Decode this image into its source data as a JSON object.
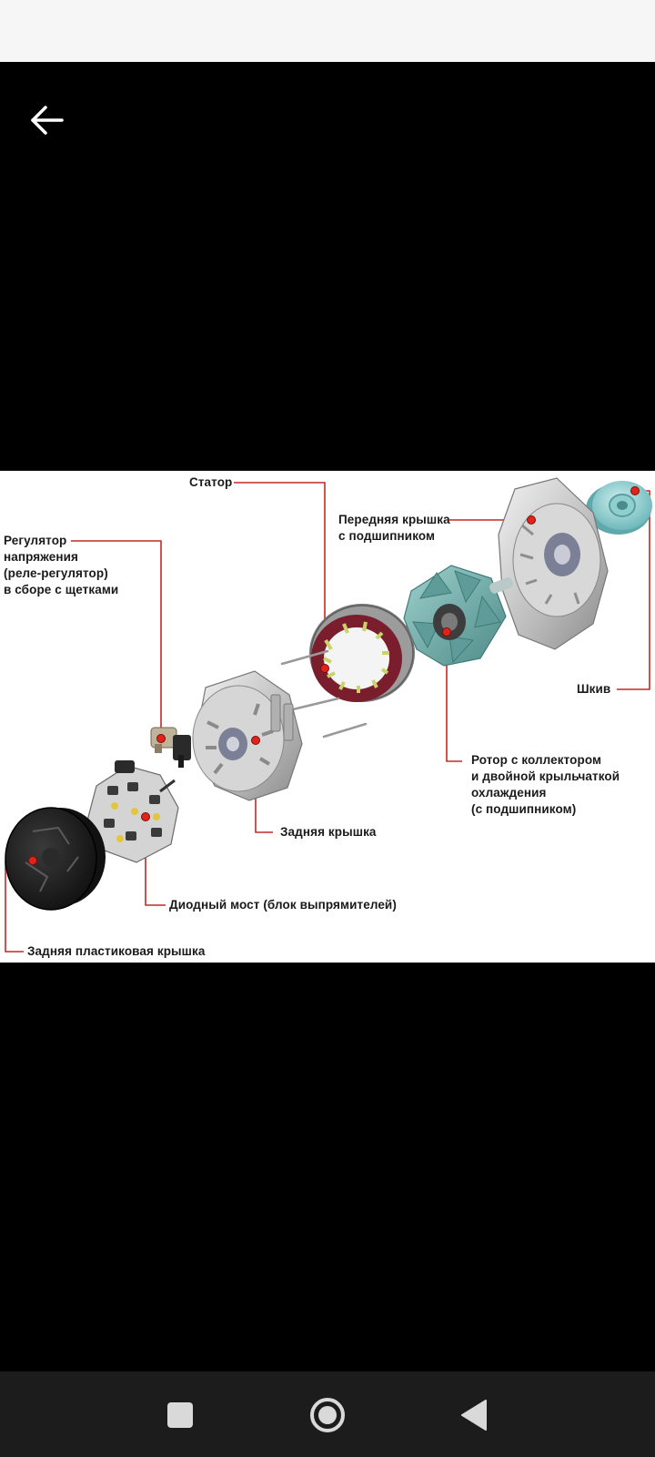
{
  "nav": {
    "back_icon": "arrow-left-icon",
    "recents_icon": "square-icon",
    "home_icon": "circle-icon",
    "back_triangle_icon": "triangle-left-icon"
  },
  "colors": {
    "status_bar": "#f6f6f6",
    "viewer_bg": "#000000",
    "nav_bar": "#1c1c1c",
    "leader_line": "#c62828",
    "marker": "#e0241b"
  },
  "diagram": {
    "labels": {
      "stator": "Статор",
      "regulator": "Регулятор\nнапряжения\n(реле-регулятор)\nв сборе с щетками",
      "front_cover": "Передняя крышка\nс подшипником",
      "pulley": "Шкив",
      "rotor": "Ротор с коллектором\nи двойной крыльчаткой\nохлаждения\n(с подшипником)",
      "rear_cover": "Задняя крышка",
      "diode_bridge": "Диодный мост (блок выпрямителей)",
      "rear_plastic_cover": "Задняя пластиковая крышка"
    }
  }
}
